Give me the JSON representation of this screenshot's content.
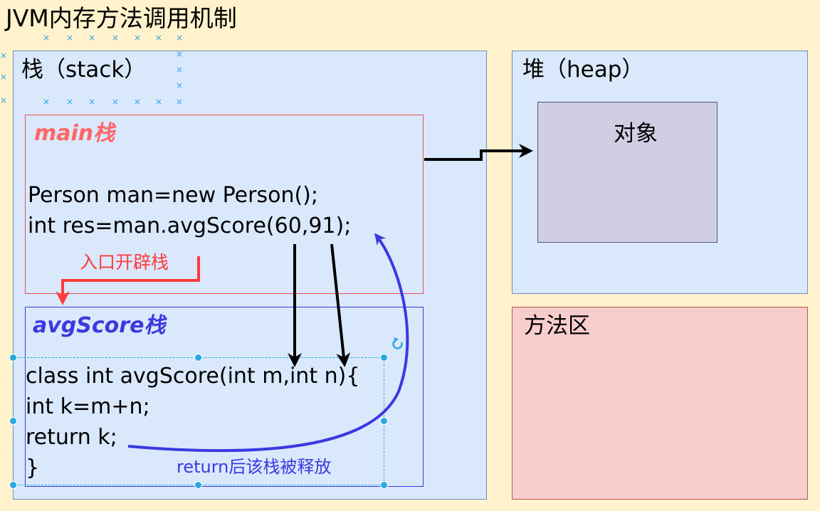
{
  "title": "JVM内存方法调用机制",
  "stack_label": "栈（stack）",
  "heap_label": "堆（heap）",
  "object_label": "对象",
  "method_area_label": "方法区",
  "main_frame": {
    "title": "main栈",
    "lines": [
      "Person man=new Person();",
      "int res=man.avgScore(60,91);"
    ]
  },
  "avg_frame": {
    "title": "avgScore栈",
    "lines": [
      "class int avgScore(int m,int n){",
      "int k=m+n;",
      "return k;",
      "}"
    ]
  },
  "notes": {
    "entry": "入口开辟栈",
    "release": "return后该栈被释放"
  },
  "colors": {
    "background": "#fff2cc",
    "stack_fill": "#dae8fc",
    "heap_fill": "#dae8fc",
    "object_fill": "#d0cee2",
    "method_area_fill": "#f8cecc",
    "main_frame_border": "#ea4d55",
    "avg_frame_border": "#3a3ae0",
    "main_title_color": "#ff6666",
    "avg_title_color": "#3a3ae0",
    "selection_color": "#29a8df"
  },
  "icons": [
    "rotate-icon",
    "x-marker-icon"
  ]
}
